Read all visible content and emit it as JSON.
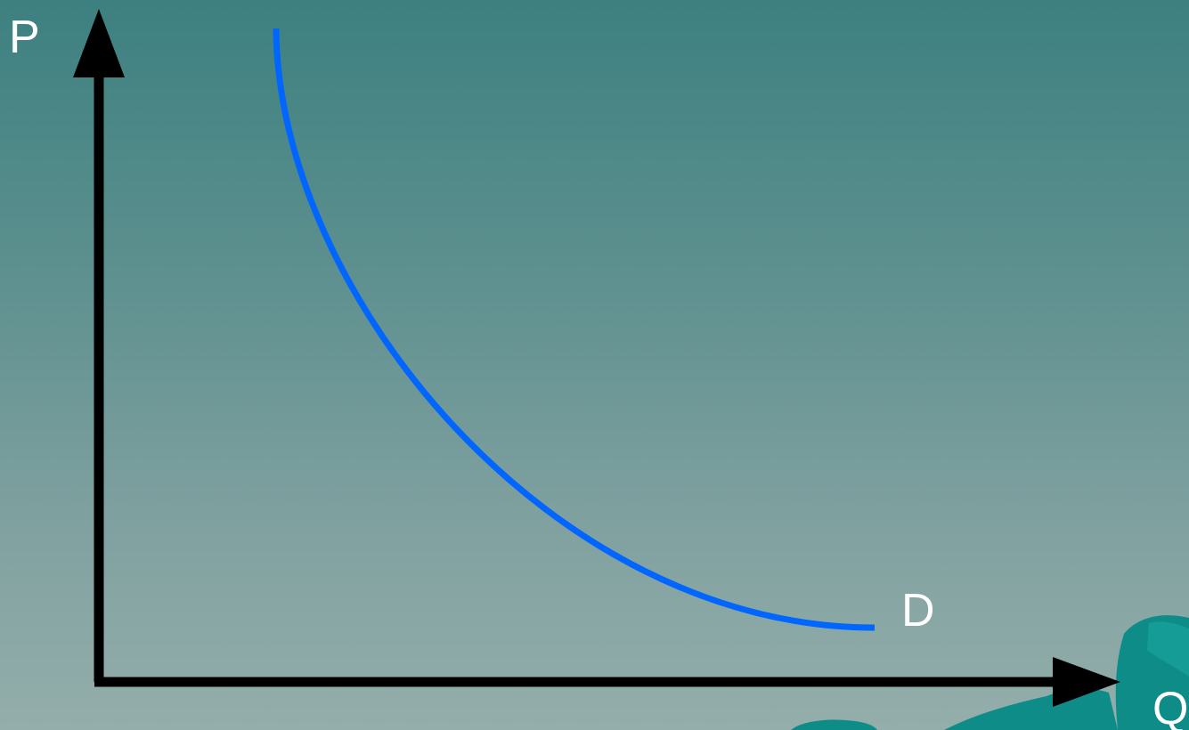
{
  "diagram": {
    "y_axis_label": "P",
    "x_axis_label": "Q",
    "curve_label": "D",
    "colors": {
      "background_top": "#3d8080",
      "background_bottom": "#94aeab",
      "axes": "#000000",
      "demand_curve": "#0066ff",
      "labels": "#ffffff",
      "decoration": "#0e8c88"
    }
  }
}
